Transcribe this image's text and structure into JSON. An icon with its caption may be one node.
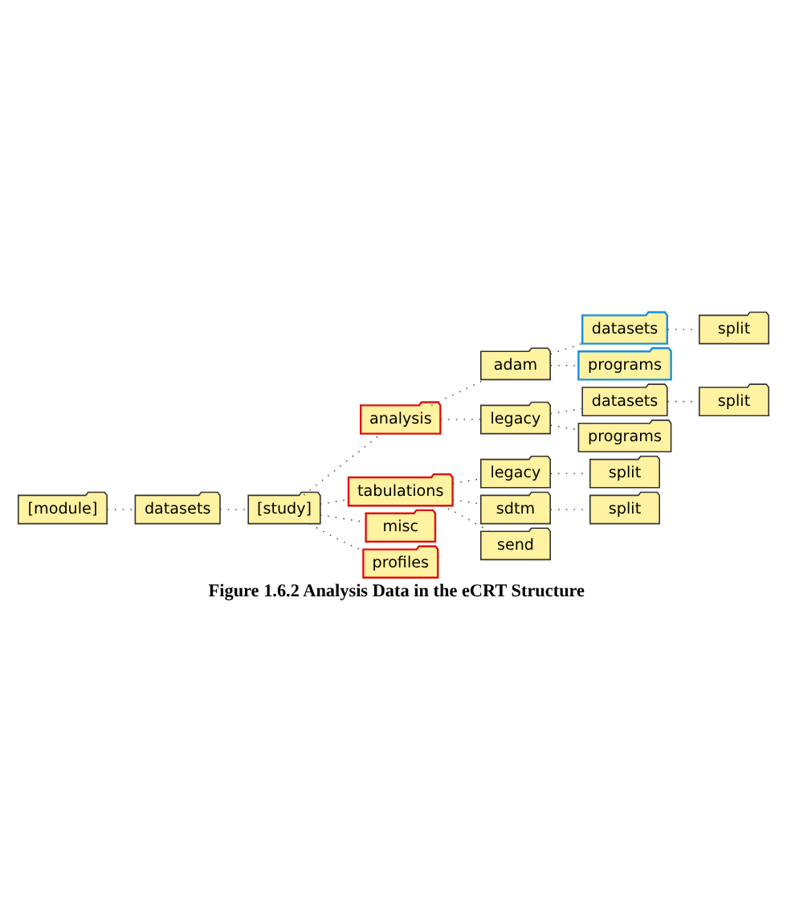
{
  "diagram": {
    "caption": "Figure 1.6.2 Analysis Data in the eCRT Structure",
    "nodes": [
      {
        "text": [
          "[module]"
        ]
      },
      {
        "text": [
          "datasets"
        ]
      },
      {
        "text": [
          "[study]"
        ]
      },
      {
        "text": [
          "analysis"
        ]
      },
      {
        "text": [
          "adam"
        ]
      },
      {
        "text": [
          "datasets"
        ]
      },
      {
        "text": [
          "split"
        ]
      },
      {
        "text": [
          "programs"
        ]
      },
      {
        "text": [
          "legacy"
        ]
      },
      {
        "text": [
          "datasets"
        ]
      },
      {
        "text": [
          "split"
        ]
      },
      {
        "text": [
          "programs"
        ]
      },
      {
        "text": [
          "tabulations"
        ]
      },
      {
        "text": [
          "legacy"
        ]
      },
      {
        "text": [
          "split"
        ]
      },
      {
        "text": [
          "sdtm"
        ]
      },
      {
        "text": [
          "split"
        ]
      },
      {
        "text": [
          "send"
        ]
      },
      {
        "text": [
          "misc"
        ]
      },
      {
        "text": [
          "profiles"
        ]
      }
    ],
    "edges": [
      {
        "from": 0,
        "to": 1,
        "arrow": "none"
      },
      {
        "from": 1,
        "to": 2,
        "arrow": "none"
      },
      {
        "from": 2,
        "to": 3,
        "arrow": "none"
      },
      {
        "from": 3,
        "to": 4,
        "arrow": "none"
      },
      {
        "from": 4,
        "to": 5,
        "arrow": "none"
      },
      {
        "from": 5,
        "to": 6,
        "arrow": "none"
      },
      {
        "from": 4,
        "to": 7,
        "arrow": "none"
      },
      {
        "from": 3,
        "to": 8,
        "arrow": "none"
      },
      {
        "from": 8,
        "to": 9,
        "arrow": "none"
      },
      {
        "from": 9,
        "to": 10,
        "arrow": "none"
      },
      {
        "from": 8,
        "to": 11,
        "arrow": "none"
      },
      {
        "from": 2,
        "to": 12,
        "arrow": "none"
      },
      {
        "from": 12,
        "to": 13,
        "arrow": "none"
      },
      {
        "from": 13,
        "to": 14,
        "arrow": "none"
      },
      {
        "from": 12,
        "to": 15,
        "arrow": "none"
      },
      {
        "from": 15,
        "to": 16,
        "arrow": "none"
      },
      {
        "from": 12,
        "to": 17,
        "arrow": "none"
      },
      {
        "from": 2,
        "to": 18,
        "arrow": "none"
      },
      {
        "from": 2,
        "to": 19,
        "arrow": "none"
      }
    ]
  }
}
